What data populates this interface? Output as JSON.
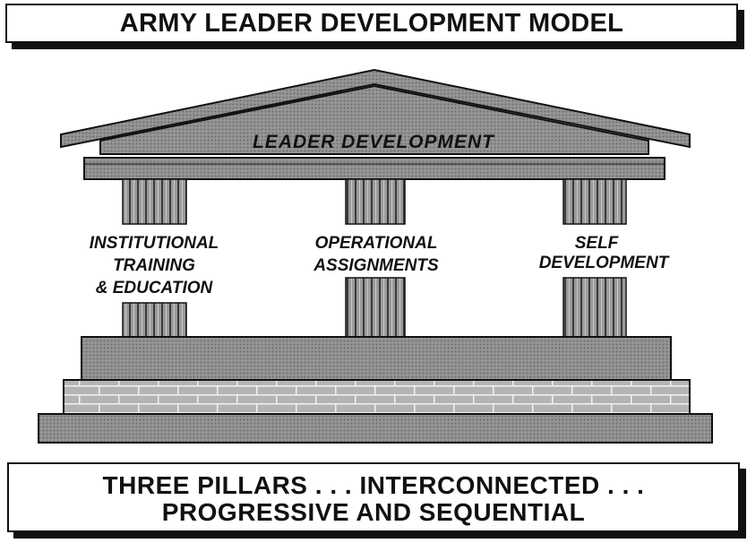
{
  "title": "ARMY LEADER DEVELOPMENT MODEL",
  "pediment_label": "LEADER DEVELOPMENT",
  "pillars": [
    {
      "lines": [
        "INSTITUTIONAL",
        "TRAINING",
        "& EDUCATION"
      ]
    },
    {
      "lines": [
        "OPERATIONAL",
        "ASSIGNMENTS"
      ]
    },
    {
      "lines": [
        "SELF",
        "DEVELOPMENT"
      ]
    }
  ],
  "footer": {
    "line1": "THREE PILLARS . . . INTERCONNECTED . . .",
    "line2": "PROGRESSIVE AND SEQUENTIAL"
  },
  "colors": {
    "stone": "#8f8f8f",
    "stone_dark": "#6e6e6e",
    "brick": "#b4b4b4",
    "outline": "#111111"
  }
}
